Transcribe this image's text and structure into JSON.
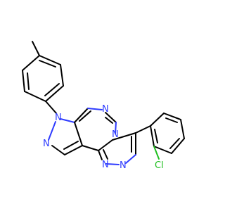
{
  "molecule": {
    "atoms": {
      "n_pyrazole_1": "N",
      "n_pyrazole_2": "N",
      "n_pyrimidine": "N",
      "n_bridge": "N",
      "n_triazole_1": "N",
      "n_triazole_2": "N",
      "cl": "Cl"
    },
    "colors": {
      "bond": "#000000",
      "nitrogen": "#2f3cff",
      "chlorine": "#1fbf1f",
      "background": "#ffffff"
    }
  }
}
